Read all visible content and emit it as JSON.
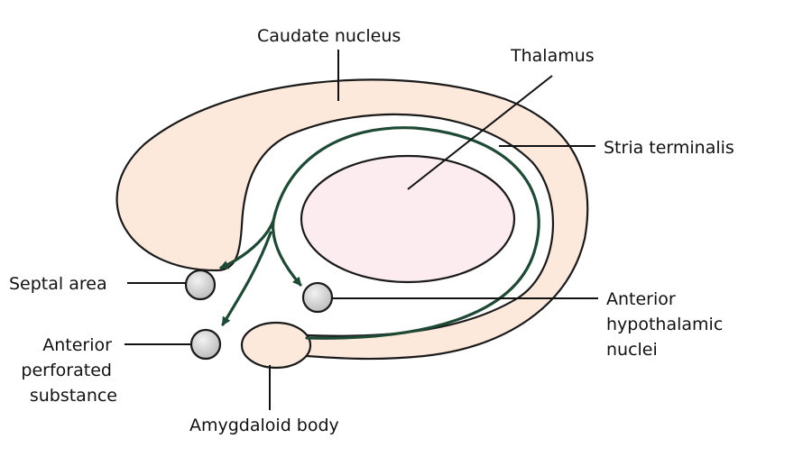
{
  "labels": {
    "caudate": "Caudate nucleus",
    "thalamus": "Thalamus",
    "stria": "Stria terminalis",
    "septal": "Septal area",
    "anterior_hypo": [
      "Anterior",
      "hypothalamic",
      "nuclei"
    ],
    "anterior_perf": [
      "Anterior",
      "perforated",
      "substance"
    ],
    "amygdaloid": "Amygdaloid body"
  },
  "colors": {
    "caudate_fill": "#fde9dc",
    "thalamus_fill": "#fdecef",
    "tract": "#1e4a35",
    "nucleus_fill": "#d9d9d9"
  }
}
